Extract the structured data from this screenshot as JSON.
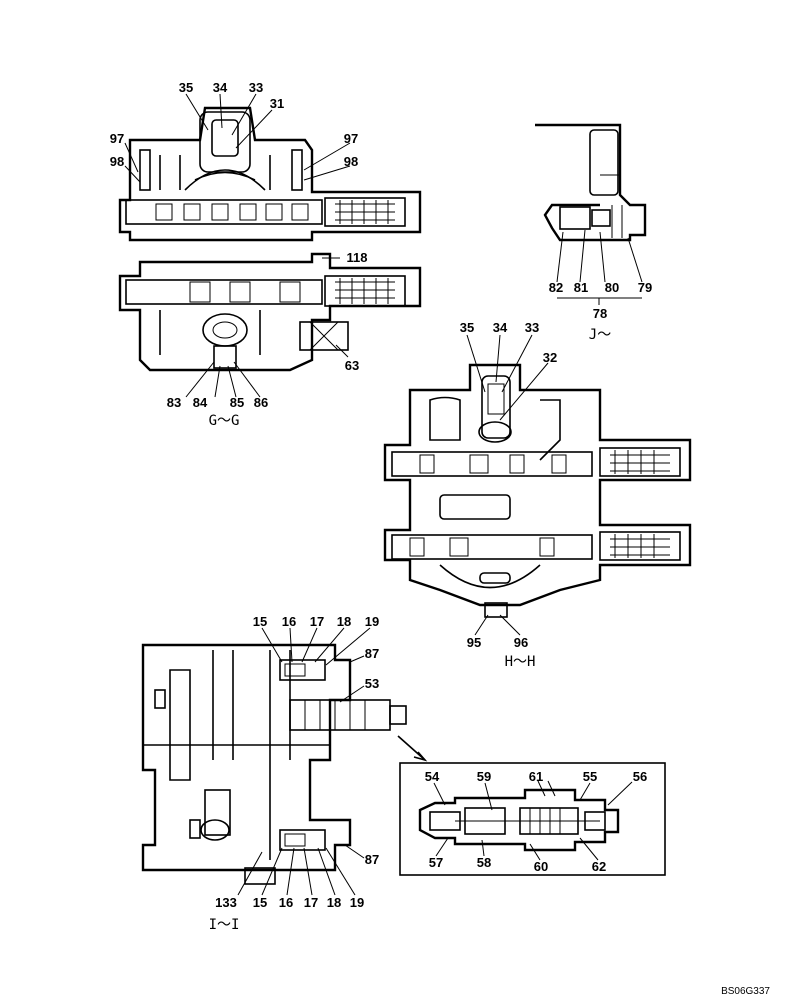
{
  "drawing_code": "BS06G337",
  "views": {
    "gg": {
      "label": "G～G",
      "parts_top": [
        "35",
        "34",
        "33",
        "31"
      ],
      "parts_left": [
        "97",
        "98"
      ],
      "parts_right": [
        "97",
        "98",
        "118"
      ],
      "parts_bottom": [
        "83",
        "84",
        "85",
        "86",
        "63"
      ]
    },
    "jj": {
      "label": "J～",
      "parts": [
        "82",
        "81",
        "80",
        "79"
      ],
      "group": "78"
    },
    "hh": {
      "label": "H～H",
      "parts_top": [
        "35",
        "34",
        "33",
        "32"
      ],
      "parts_bottom": [
        "95",
        "96"
      ]
    },
    "ii": {
      "label": "I～I",
      "parts_top": [
        "15",
        "16",
        "17",
        "18",
        "19",
        "87",
        "53"
      ],
      "parts_bottom": [
        "133",
        "15",
        "16",
        "17",
        "18",
        "19",
        "87"
      ]
    },
    "detail": {
      "parts_top": [
        "54",
        "59",
        "61",
        "55",
        "56"
      ],
      "parts_bottom": [
        "57",
        "58",
        "60",
        "62"
      ]
    }
  }
}
